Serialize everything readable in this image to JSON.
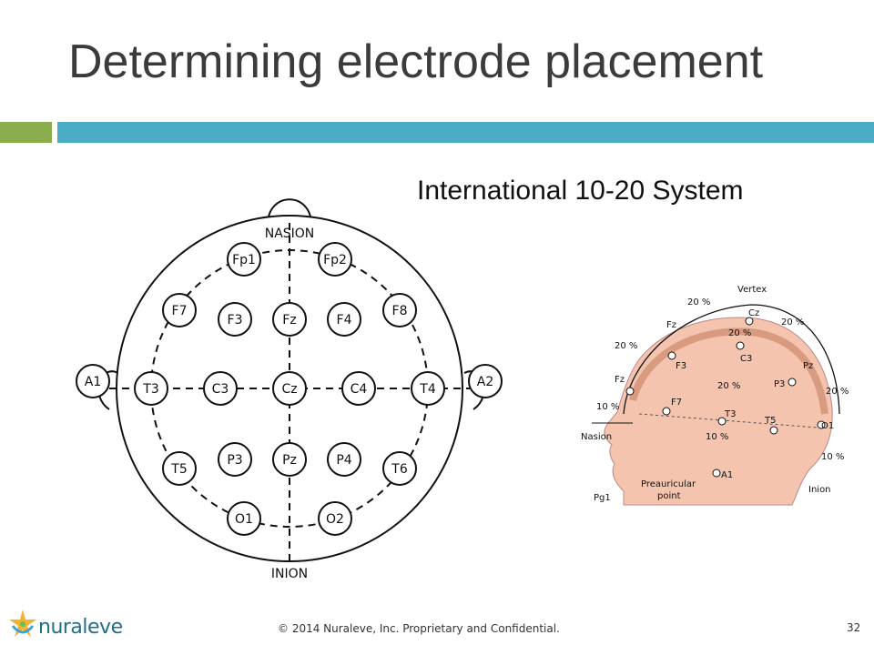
{
  "slide": {
    "title": "Determining electrode placement",
    "subtitle": "International 10-20 System"
  },
  "diagram": {
    "nasion": "NASION",
    "inion": "INION",
    "electrodes": {
      "fp1": "Fp1",
      "fp2": "Fp2",
      "f7": "F7",
      "f3": "F3",
      "fz": "Fz",
      "f4": "F4",
      "f8": "F8",
      "a1": "A1",
      "t3": "T3",
      "c3": "C3",
      "cz": "Cz",
      "c4": "C4",
      "t4": "T4",
      "a2": "A2",
      "t5": "T5",
      "p3": "P3",
      "pz": "Pz",
      "p4": "P4",
      "t6": "T6",
      "o1": "O1",
      "o2": "O2"
    }
  },
  "side_view": {
    "vertex": "Vertex",
    "nasion": "Nasion",
    "inion": "Inion",
    "preauricular_1": "Preauricular",
    "preauricular_2": "point",
    "pct_20": "20 %",
    "pct_10": "10 %",
    "labels": {
      "fz": "Fz",
      "cz": "Cz",
      "pz": "Pz",
      "f3": "F3",
      "c3": "C3",
      "p3": "P3",
      "fpz": "Fz",
      "f7": "F7",
      "t3": "T3",
      "t5": "T5",
      "o1": "O1",
      "a1": "A1",
      "pg1": "Pg1"
    }
  },
  "footer": {
    "brand": "nuraleve",
    "copyright": "© 2014  Nuraleve, Inc.  Proprietary and Confidential.",
    "page": "32"
  },
  "colors": {
    "green_bar": "#8cad4e",
    "blue_bar": "#4bacc6",
    "skin": "#f4c4ae",
    "brand": "#1f6f8b"
  }
}
